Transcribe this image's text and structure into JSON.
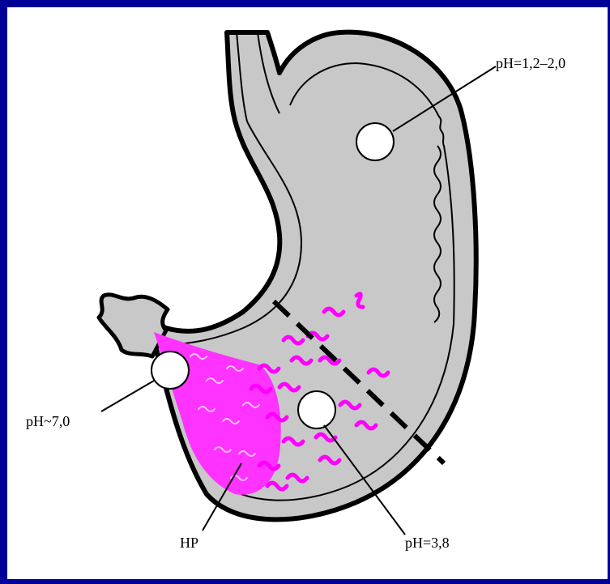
{
  "colors": {
    "background": "#000099",
    "panel": "#ffffff",
    "stomach_wall": "#c8c8c8",
    "bacteria": "#ff00ff",
    "outline": "#000000"
  },
  "labels": {
    "ph_fundus": "pH=1,2–2,0",
    "ph_pylorus": "pH~7,0",
    "ph_antrum": "pH=3,8",
    "hp": "HP"
  }
}
